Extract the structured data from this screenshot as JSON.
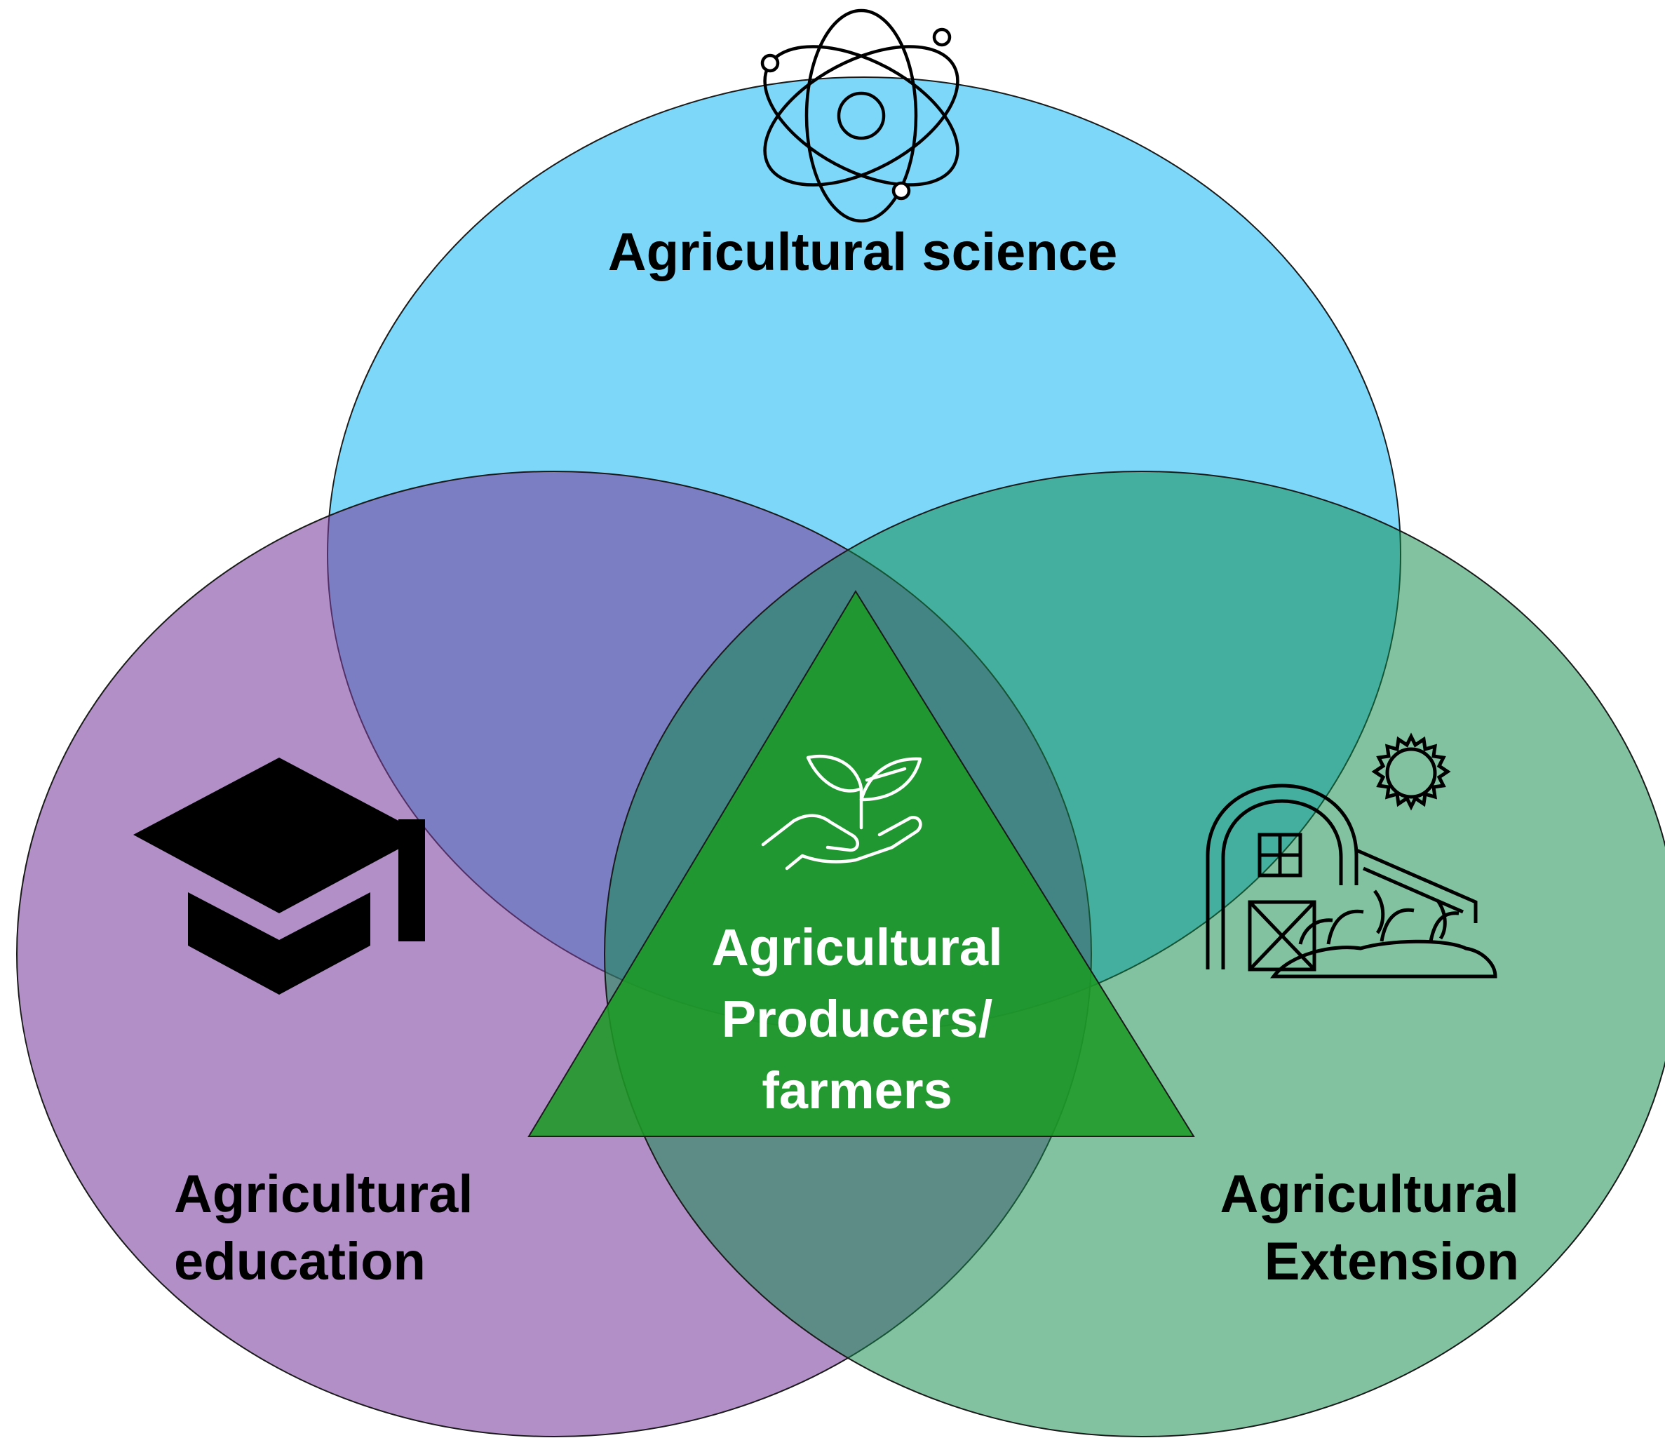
{
  "colors": {
    "science": "#40c4f4",
    "education": "#7a3e9d",
    "extension": "#0f8a4a",
    "center": "#1c9a26",
    "outline": "#1a1a1a"
  },
  "circles": {
    "science": {
      "label": "Agricultural science",
      "icon": "atom-icon"
    },
    "education": {
      "label_line1": "Agricultural",
      "label_line2": "education",
      "icon": "graduation-cap-icon"
    },
    "extension": {
      "label_line1": "Agricultural",
      "label_line2": "Extension",
      "icon": "farm-barn-icon"
    }
  },
  "center": {
    "line1": "Agricultural",
    "line2": "Producers/",
    "line3": "farmers",
    "icon": "seedling-hand-icon"
  }
}
